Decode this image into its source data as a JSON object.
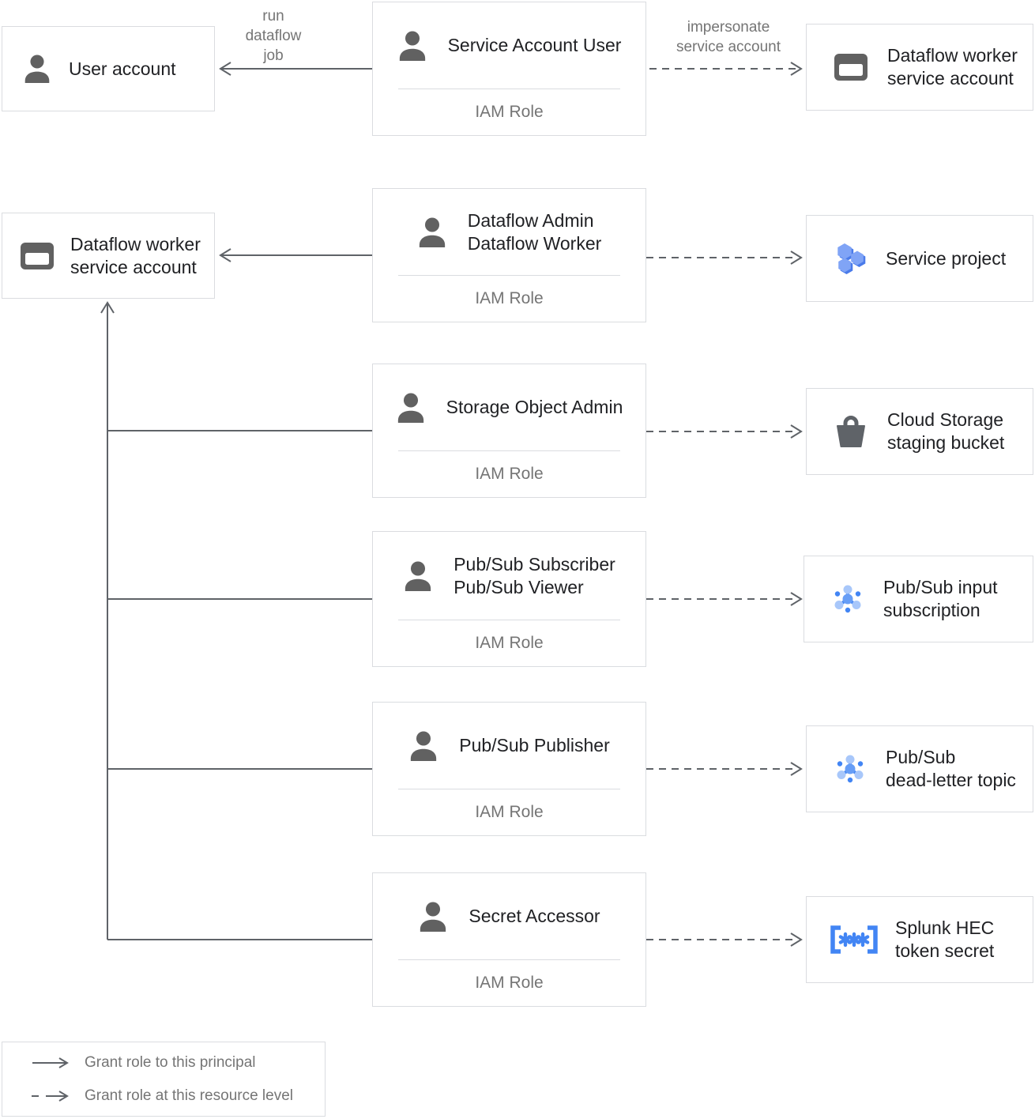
{
  "colors": {
    "accent_blue": "#4285f4",
    "mid_blue": "#669df6",
    "light_blue": "#a8c7fa",
    "icon_gray": "#616161",
    "line_gray": "#5f6368",
    "border_gray": "#dadce0",
    "text_dark": "#202124",
    "text_gray": "#757575"
  },
  "icons": {
    "user_account": "person-icon",
    "worker_sa": "service-account-card-icon",
    "roles": "person-icon",
    "service_project": "project-hexagons-icon",
    "staging_bucket": "storage-bucket-icon",
    "pubsub": "pubsub-graph-icon",
    "secret": "secret-brackets-icon"
  },
  "nodes": {
    "user_account": {
      "line1": "User account"
    },
    "worker_sa_left": {
      "line1": "Dataflow worker",
      "line2": "service account"
    },
    "role_sa_user": {
      "line1": "Service Account User",
      "iam": "IAM Role"
    },
    "role_dataflow": {
      "line1": "Dataflow Admin",
      "line2": "Dataflow Worker",
      "iam": "IAM Role"
    },
    "role_storage": {
      "line1": "Storage Object Admin",
      "iam": "IAM Role"
    },
    "role_subscriber": {
      "line1": "Pub/Sub Subscriber",
      "line2": "Pub/Sub Viewer",
      "iam": "IAM Role"
    },
    "role_publisher": {
      "line1": "Pub/Sub Publisher",
      "iam": "IAM Role"
    },
    "role_secret": {
      "line1": "Secret Accessor",
      "iam": "IAM Role"
    },
    "worker_sa_right": {
      "line1": "Dataflow worker",
      "line2": "service account"
    },
    "service_project": {
      "line1": "Service project"
    },
    "staging_bucket": {
      "line1": "Cloud Storage",
      "line2": "staging bucket"
    },
    "input_subscription": {
      "line1": "Pub/Sub input",
      "line2": "subscription"
    },
    "deadletter_topic": {
      "line1": "Pub/Sub",
      "line2": "dead-letter topic"
    },
    "splunk_secret": {
      "line1": "Splunk HEC",
      "line2": "token secret"
    }
  },
  "edge_labels": {
    "run_l1": "run",
    "run_l2": "dataflow",
    "run_l3": "job",
    "impersonate_l1": "impersonate",
    "impersonate_l2": "service account"
  },
  "legend": {
    "solid_label": "Grant role to this principal",
    "dashed_label": "Grant role at this resource level"
  }
}
